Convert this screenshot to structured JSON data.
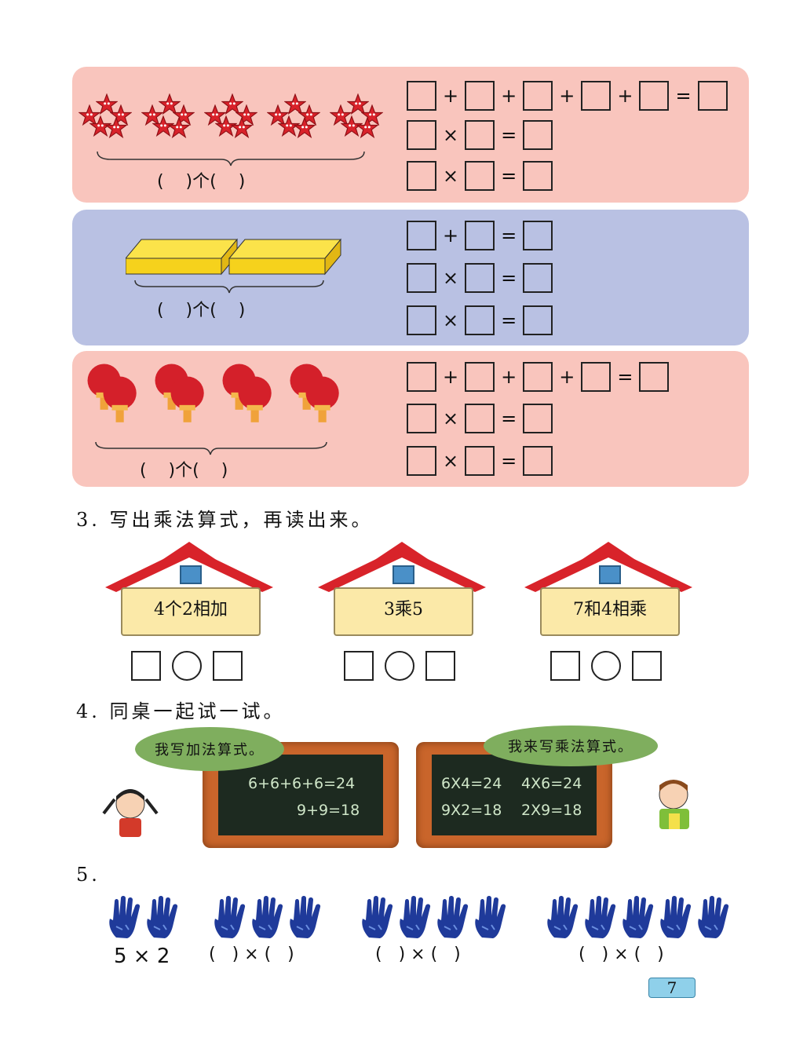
{
  "panels": [
    {
      "items": "stars",
      "count": 5,
      "paren_text": "(    )个(    )",
      "equations": [
        [
          "+",
          "+",
          "+",
          "+",
          "="
        ],
        [
          "×",
          "="
        ],
        [
          "×",
          "="
        ]
      ]
    },
    {
      "items": "trays",
      "count": 2,
      "paren_text": "(    )个(    )",
      "equations": [
        [
          "+",
          "="
        ],
        [
          "×",
          "="
        ],
        [
          "×",
          "="
        ]
      ]
    },
    {
      "items": "paddles",
      "count": 4,
      "paren_text": "(    )个(    )",
      "equations": [
        [
          "+",
          "+",
          "+",
          "="
        ],
        [
          "×",
          "="
        ],
        [
          "×",
          "="
        ]
      ]
    }
  ],
  "section3": {
    "heading": "3. 写出乘法算式，再读出来。",
    "houses": [
      {
        "label": "4个2相加"
      },
      {
        "label": "3乘5"
      },
      {
        "label": "7和4相乘"
      }
    ]
  },
  "section4": {
    "heading": "4. 同桌一起试一试。",
    "girl_bubble": "我写加法算式。",
    "boy_bubble": "我来写乘法算式。",
    "left_board": [
      "6+6+6+6=24",
      "9+9=18"
    ],
    "right_board": [
      "6X4=24",
      "4X6=24",
      "9X2=18",
      "2X9=18"
    ]
  },
  "section5": {
    "heading": "5.",
    "groups": [
      {
        "hands": 2,
        "label": "5 × 2"
      },
      {
        "hands": 3,
        "label": "(   ) × (   )"
      },
      {
        "hands": 4,
        "label": "(   ) × (   )"
      },
      {
        "hands": 5,
        "label": "(   ) × (   )"
      }
    ]
  },
  "page_number": "7",
  "colors": {
    "pink": "#f9c5bd",
    "blue": "#b9c1e3",
    "hand": "#1f3a9a",
    "roof": "#d8232a"
  }
}
